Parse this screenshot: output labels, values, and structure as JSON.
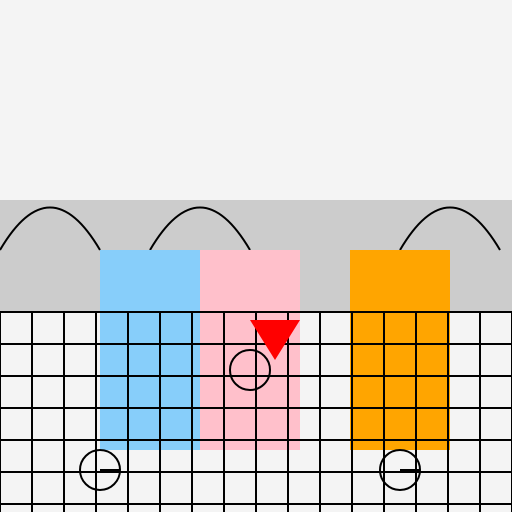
{
  "colors": {
    "background": "#f4f4f4",
    "band": "#cccccc",
    "grid_line": "#000000",
    "arc_stroke": "#000000",
    "blue": "#87cefa",
    "pink": "#ffc0cb",
    "orange": "#ffa500",
    "marker": "#ff0000",
    "circle_stroke": "#000000"
  },
  "game": {
    "arcs_visible": 3,
    "blocks": [
      {
        "name": "blue-block",
        "color": "blue"
      },
      {
        "name": "pink-block",
        "color": "pink"
      },
      {
        "name": "orange-block",
        "color": "orange"
      }
    ],
    "marker": {
      "icon": "down-triangle-icon",
      "color": "marker"
    },
    "circles": [
      {
        "name": "ring-token",
        "icon": "circle-icon",
        "marked": false
      },
      {
        "name": "left-minus-token",
        "icon": "minus-circle-icon",
        "marked": true
      },
      {
        "name": "right-minus-token",
        "icon": "minus-circle-icon",
        "marked": true
      }
    ]
  }
}
